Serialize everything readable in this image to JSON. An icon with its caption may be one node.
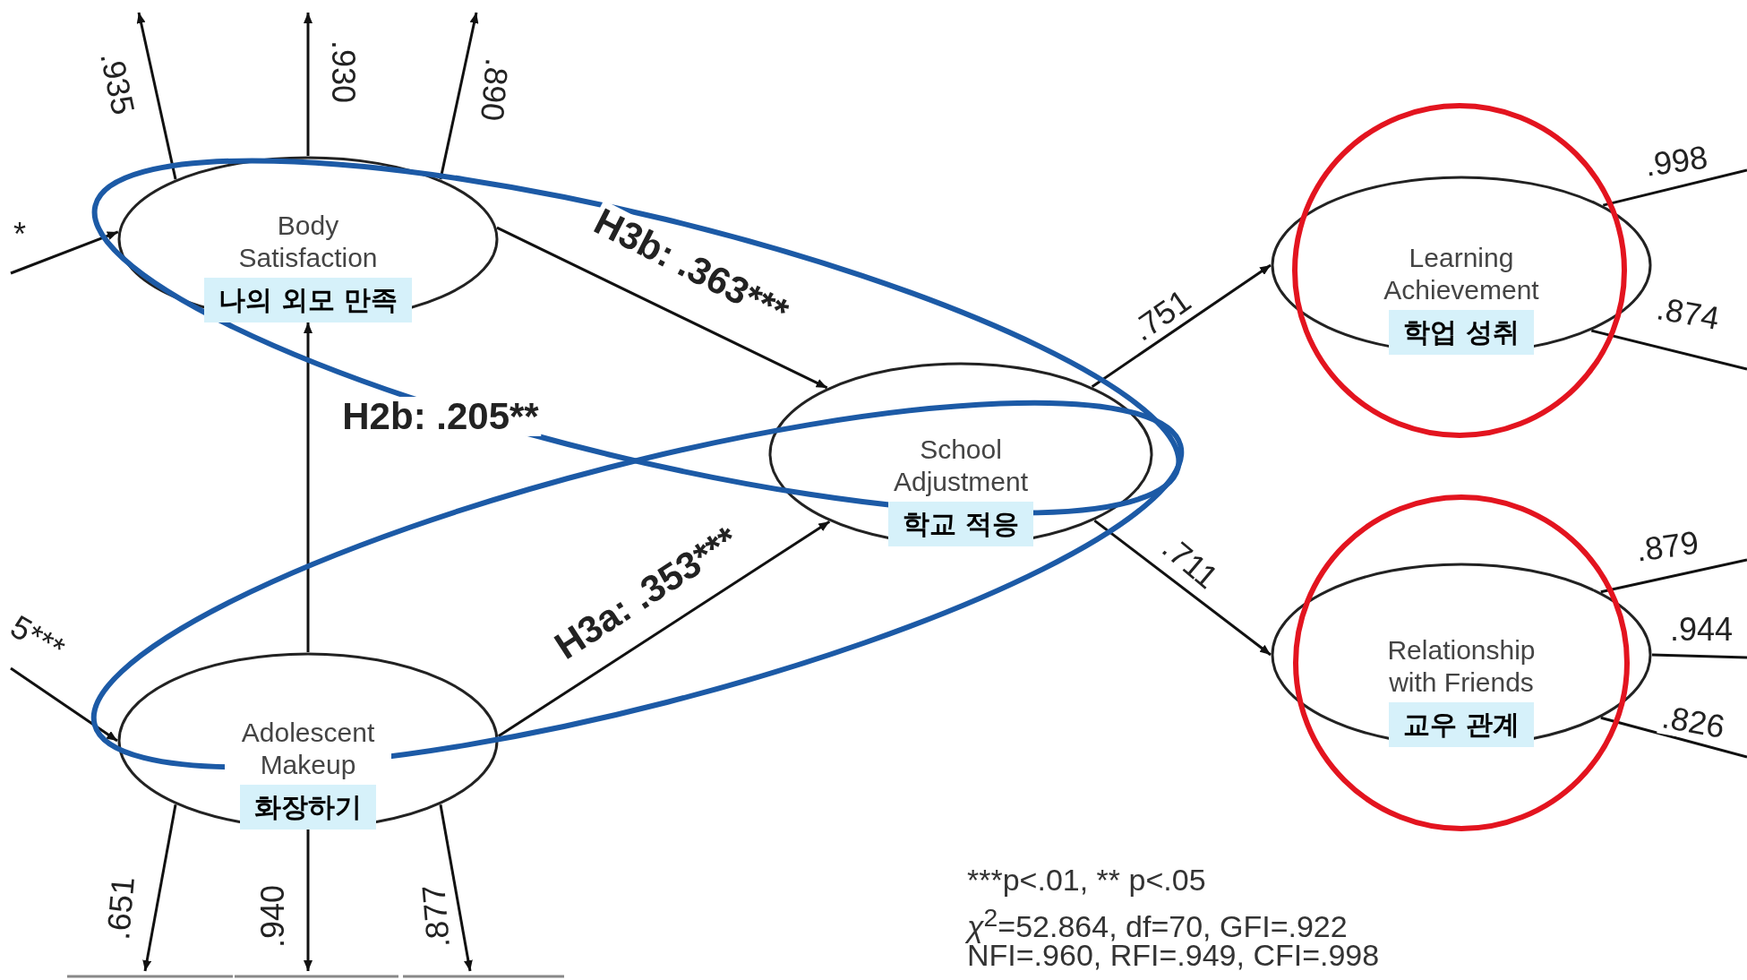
{
  "diagram": {
    "nodes": [
      {
        "text": [
          "Body Satisfaction",
          "나의 외모 만족"
        ]
      },
      {
        "text": [
          "Adolescent Makeup",
          "화장하기"
        ]
      },
      {
        "text": [
          "School Adjustment",
          "학교 적응"
        ]
      },
      {
        "text": [
          "Learning Achievement",
          "학업 성취"
        ]
      },
      {
        "text": [
          "Relationship with Friends",
          "교우 관계"
        ]
      }
    ],
    "edges": [
      {
        "from": null,
        "to": 0,
        "arrow": "to",
        "label": "*"
      },
      {
        "from": null,
        "to": 1,
        "arrow": "to",
        "label": "5***"
      },
      {
        "from": 0,
        "to": null,
        "arrow": "to",
        "label": ".935"
      },
      {
        "from": 0,
        "to": null,
        "arrow": "to",
        "label": ".930"
      },
      {
        "from": 0,
        "to": null,
        "arrow": "to",
        "label": ".890"
      },
      {
        "from": 1,
        "to": null,
        "arrow": "to",
        "label": ".651"
      },
      {
        "from": 1,
        "to": null,
        "arrow": "to",
        "label": ".940"
      },
      {
        "from": 1,
        "to": null,
        "arrow": "to",
        "label": ".877"
      },
      {
        "from": 1,
        "to": 0,
        "arrow": "to",
        "label": "H2b: .205**"
      },
      {
        "from": 0,
        "to": 2,
        "arrow": "to",
        "label": "H3b: .363***"
      },
      {
        "from": 1,
        "to": 2,
        "arrow": "to",
        "label": "H3a: .353***"
      },
      {
        "from": 2,
        "to": 3,
        "arrow": "to",
        "label": ".751"
      },
      {
        "from": 2,
        "to": 4,
        "arrow": "to",
        "label": ".711"
      },
      {
        "from": 3,
        "to": null,
        "arrow": "none",
        "label": ".998"
      },
      {
        "from": 3,
        "to": null,
        "arrow": "none",
        "label": ".874"
      },
      {
        "from": 4,
        "to": null,
        "arrow": "none",
        "label": ".879"
      },
      {
        "from": 4,
        "to": null,
        "arrow": "none",
        "label": ".944"
      },
      {
        "from": 4,
        "to": null,
        "arrow": "none",
        "label": ".826"
      }
    ],
    "labels": [
      "***p<.01, ** p<.05",
      "*χ*$^{2}$=52.864, df=70, GFI=.922",
      "NFI=.960, RFI=.949, CFI=.998"
    ]
  }
}
